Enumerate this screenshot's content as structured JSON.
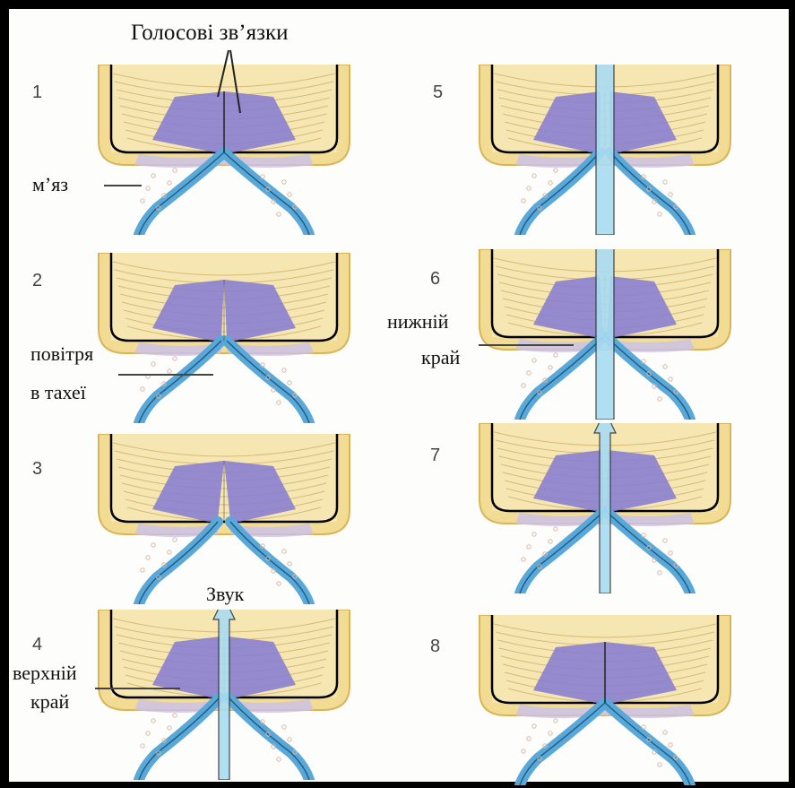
{
  "title": "Голосові зв’язки",
  "labels": {
    "muscle": "м’яз",
    "air_line1": "повітря",
    "air_line2": "в тахеї",
    "sound": "Звук",
    "upper_line1": "верхній",
    "upper_line2": "край",
    "lower_line1": "нижній",
    "lower_line2": "край"
  },
  "panels": [
    {
      "number": "1",
      "state": "closed"
    },
    {
      "number": "2",
      "state": "pressure-start"
    },
    {
      "number": "3",
      "state": "pressure-rising"
    },
    {
      "number": "4",
      "state": "upper-edge-open"
    },
    {
      "number": "5",
      "state": "fully-open"
    },
    {
      "number": "6",
      "state": "lower-edge-closing"
    },
    {
      "number": "7",
      "state": "closing"
    },
    {
      "number": "8",
      "state": "closed"
    }
  ],
  "colors": {
    "background": "#fdfdfb",
    "border": "#000000",
    "cartilage": "#f2dc93",
    "cartilage_stroke": "#d9b45a",
    "fold": "#8a7fcf",
    "fold_light": "#c9c0ee",
    "mucosa": "#5aa8d8",
    "airflow": "#a9dcf2"
  }
}
